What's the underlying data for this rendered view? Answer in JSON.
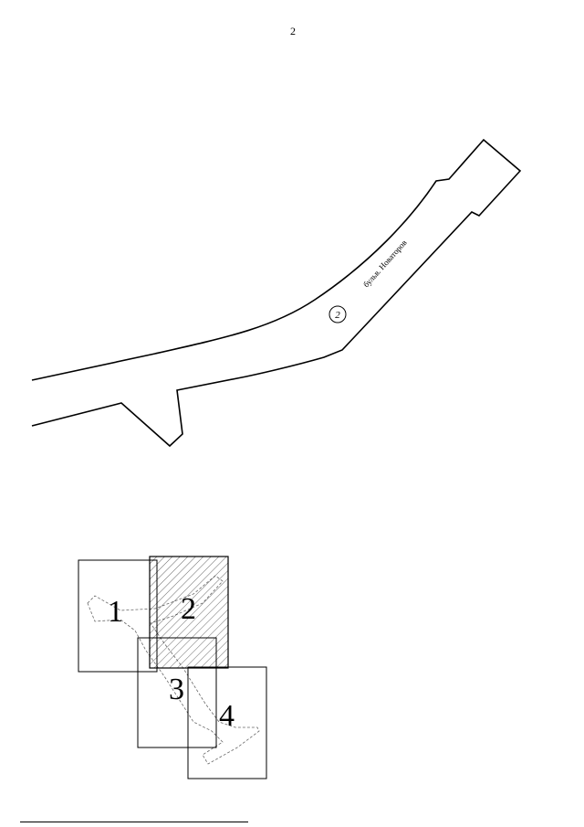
{
  "page": {
    "number": "2"
  },
  "map": {
    "street_label": "бульв. Новаторов",
    "zone_number": "2"
  },
  "index_map": {
    "sheets": [
      "1",
      "2",
      "3",
      "4"
    ],
    "highlighted_sheet": "2"
  },
  "colors": {
    "ink": "#000000",
    "background": "#ffffff"
  }
}
